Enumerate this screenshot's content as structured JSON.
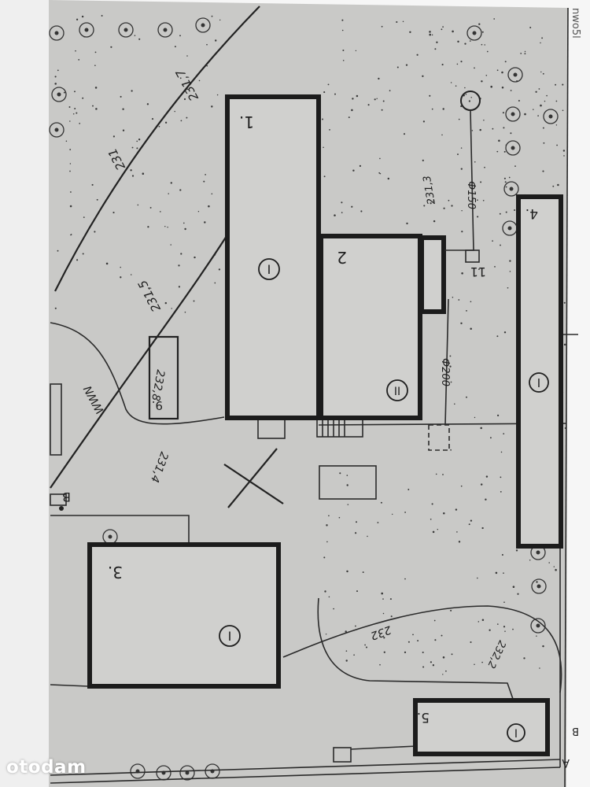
{
  "watermark": "otodam",
  "edge_text": "nwo5l",
  "buildings": [
    {
      "number": "1.",
      "storeys": "I"
    },
    {
      "number": "2",
      "storeys": "II"
    },
    {
      "number": "3.",
      "storeys": "I"
    },
    {
      "number": "4.",
      "storeys": "I"
    },
    {
      "number": "5.",
      "storeys": "I"
    }
  ],
  "small_labels": {
    "nine": "9.",
    "eleven": "11",
    "point_a": "A",
    "point_b": "B",
    "point_b_right": "B"
  },
  "elevations": {
    "e_231": "231",
    "e_2317": "231,7",
    "e_2315": "231,5",
    "e_2313": "231,3",
    "e_2314": "231,4",
    "e_2328": "232,8",
    "e_232": "232",
    "e_2322": "232,2"
  },
  "utilities": {
    "pipe_150": "Ф150",
    "pipe_200": "Ф200",
    "gas_line": "WWN"
  }
}
